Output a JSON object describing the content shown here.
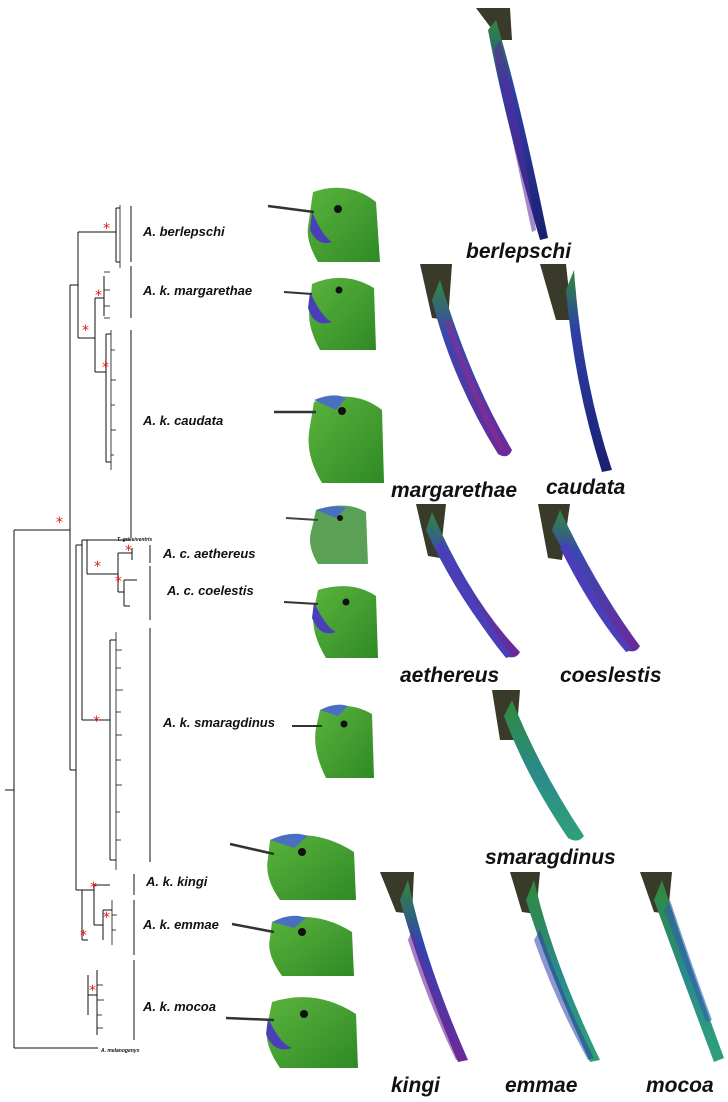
{
  "clades": [
    {
      "id": "berlepschi",
      "label": "A. berlepschi"
    },
    {
      "id": "margarethae",
      "label": "A. k. margarethae"
    },
    {
      "id": "caudata",
      "label": "A. k. caudata"
    },
    {
      "id": "aethereus",
      "label": "A. c. aethereus"
    },
    {
      "id": "coelestis",
      "label": "A. c. coelestis"
    },
    {
      "id": "smaragdinus",
      "label": "A. k. smaragdinus"
    },
    {
      "id": "kingi",
      "label": "A. k. kingi"
    },
    {
      "id": "emmae",
      "label": "A. k. emmae"
    },
    {
      "id": "mocoa",
      "label": "A. k. mocoa"
    }
  ],
  "outgroups": {
    "griseiventris": "T. griseiventris",
    "melanogenys": "A. melanogenys"
  },
  "support_marker": "*",
  "tail_labels": [
    "berlepschi",
    "margarethae",
    "caudata",
    "aethereus",
    "coeslestis",
    "smaragdinus",
    "kingi",
    "emmae",
    "mocoa"
  ],
  "colors": {
    "tree_line": "#111111",
    "support_asterisk": "#e0191a",
    "plumage_green": "#3f9a2c",
    "throat_violet": "#4a3fb8",
    "tail_violet": "#5a2a9a",
    "tail_blue": "#2a3aa0",
    "tail_teal": "#2a9a7a"
  }
}
